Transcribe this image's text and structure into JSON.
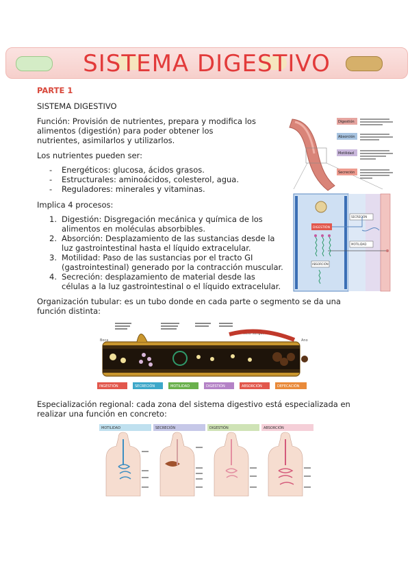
{
  "title": "SISTEMA DIGESTIVO",
  "parte": "PARTE 1",
  "subtitle": "SISTEMA DIGESTIVO",
  "funcion": "Función: Provisión de nutrientes, prepara y modifica los alimentos (digestión) para poder obtener los nutrientes, asimilarlos y utilizarlos.",
  "nutrientes_intro": "Los nutrientes pueden ser:",
  "nutrientes": [
    "Energéticos: glucosa, ácidos grasos.",
    "Estructurales: aminoácidos, colesterol, agua.",
    "Reguladores: minerales y vitaminas."
  ],
  "procesos_intro": "Implica 4 procesos:",
  "procesos": [
    {
      "n": "1.",
      "t": "Digestión: Disgregación mecánica y química de los alimentos en moléculas absorbibles."
    },
    {
      "n": "2.",
      "t": "Absorción: Desplazamiento de las sustancias desde la luz gastrointestinal hasta el líquido extracelular."
    },
    {
      "n": "3.",
      "t": "Motilidad: Paso de las sustancias por el tracto GI (gastrointestinal) generado por la contracción muscular."
    },
    {
      "n": "4.",
      "t": "Secreción: desplazamiento de material desde las células a la luz gastrointestinal o el líquido extracelular."
    }
  ],
  "organizacion": "Organización tubular: es un tubo donde en cada parte o segmento se da una función distinta:",
  "especializacion": "Especialización regional: cada zona del sistema digestivo está especializada en realizar una función en concreto:",
  "fig1": {
    "labels": [
      "Digestión",
      "Absorción",
      "Motilidad",
      "Secreción"
    ],
    "colors": [
      "#e6a5a0",
      "#a7c3e0",
      "#c9b7dc",
      "#ee9b8f"
    ],
    "inner_labels": [
      "DIGESTIÓN",
      "SECRECIÓN",
      "ABSORCIÓN",
      "MOTILIDAD"
    ]
  },
  "fig2": {
    "tags": [
      "INGESTIÓN",
      "SECRECIÓN",
      "MOTILIDAD",
      "DIGESTIÓN",
      "ABSORCIÓN",
      "DEFECACIÓN"
    ],
    "tag_colors": [
      "#e2574c",
      "#3da7c9",
      "#6ab04c",
      "#b482c6",
      "#e2574c",
      "#e98a3a"
    ],
    "top_labels": [
      "Vaso sanguíneo"
    ],
    "side_labels": [
      "Boca",
      "Ano"
    ]
  },
  "fig3": {
    "headers": [
      "MOTILIDAD",
      "SECRECIÓN",
      "DIGESTIÓN",
      "ABSORCIÓN"
    ],
    "header_colors": [
      "#bfe0ef",
      "#c6c8e8",
      "#cfe3b6",
      "#f5cfd8"
    ]
  }
}
